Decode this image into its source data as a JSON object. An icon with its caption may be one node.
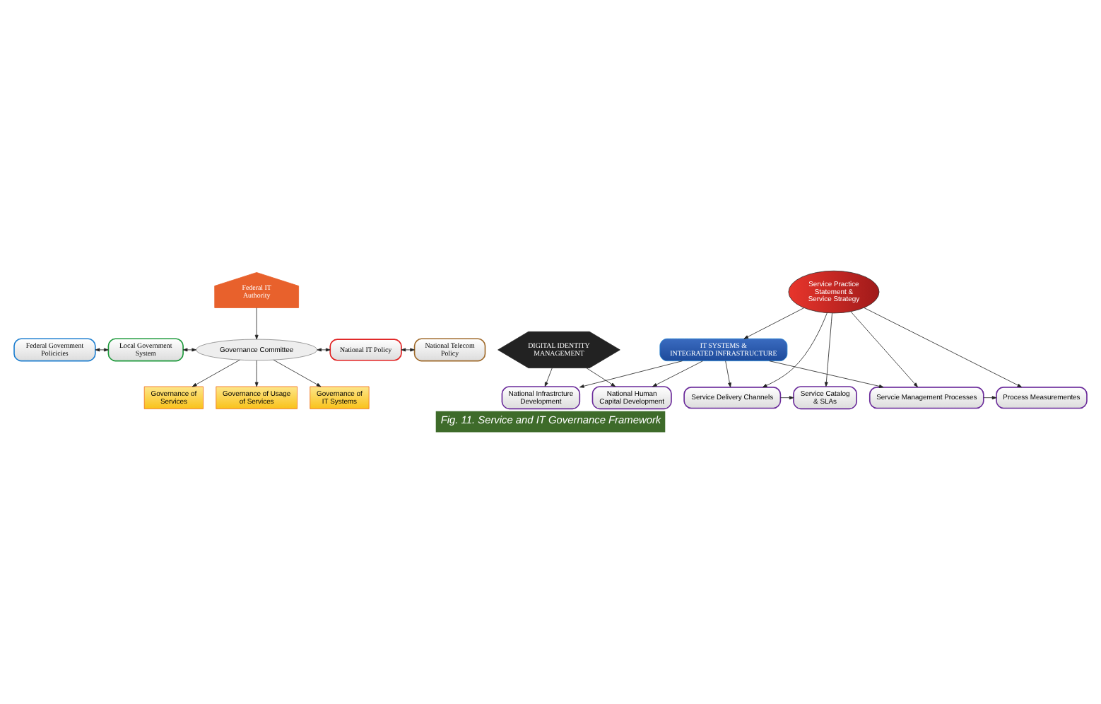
{
  "diagram": {
    "caption": "Fig. 11. Service and IT Governance Framework",
    "nodes": [
      {
        "text": [
          "Federal IT Authority"
        ]
      },
      {
        "text": [
          "Federal Government Policicies"
        ]
      },
      {
        "text": [
          "Local Government System"
        ]
      },
      {
        "text": [
          "Governance Committee"
        ]
      },
      {
        "text": [
          "National IT Policy"
        ]
      },
      {
        "text": [
          "National Telecom Policy"
        ]
      },
      {
        "text": [
          "Governance of Services"
        ]
      },
      {
        "text": [
          "Governance of Usage of Services"
        ]
      },
      {
        "text": [
          "Governance of IT Systems"
        ]
      },
      {
        "text": [
          "DIGITAL IDENTITY MANAGEMENT"
        ]
      },
      {
        "text": [
          "Service Practice Statement & Service Strategy"
        ]
      },
      {
        "text": [
          "National Infrastrcture Development"
        ]
      },
      {
        "text": [
          "Service Catalog & SLAs"
        ]
      },
      {
        "text": [
          "Service Delivery Channels"
        ]
      },
      {
        "text": [
          "Servcie Management Processes"
        ]
      },
      {
        "text": [
          "Process Measurementes"
        ]
      },
      {
        "text": [
          "National Human Capital Development"
        ]
      },
      {
        "text": [
          "IT SYSTEMS & INTEGRATED INFRASTRUCTURE"
        ]
      }
    ],
    "edges": [
      {
        "from": 0,
        "to": 3,
        "arrow": "to"
      },
      {
        "from": 1,
        "to": 2,
        "arrow": "both"
      },
      {
        "from": 2,
        "to": 3,
        "arrow": "both"
      },
      {
        "from": 3,
        "to": 4,
        "arrow": "both"
      },
      {
        "from": 4,
        "to": 5,
        "arrow": "both"
      },
      {
        "from": 3,
        "to": 6,
        "arrow": "to"
      },
      {
        "from": 3,
        "to": 7,
        "arrow": "to"
      },
      {
        "from": 3,
        "to": 8,
        "arrow": "to"
      },
      {
        "from": 9,
        "to": 11,
        "arrow": "to"
      },
      {
        "from": 9,
        "to": 16,
        "arrow": "to"
      },
      {
        "from": 10,
        "to": 12,
        "arrow": "to"
      },
      {
        "from": 10,
        "to": 13,
        "arrow": "to"
      },
      {
        "from": 10,
        "to": 14,
        "arrow": "to"
      },
      {
        "from": 10,
        "to": 15,
        "arrow": "to"
      },
      {
        "from": 10,
        "to": 17,
        "arrow": "to"
      },
      {
        "from": 13,
        "to": 12,
        "arrow": "to"
      },
      {
        "from": 14,
        "to": 15,
        "arrow": "to"
      },
      {
        "from": 17,
        "to": 11,
        "arrow": "to"
      },
      {
        "from": 17,
        "to": 13,
        "arrow": "to"
      },
      {
        "from": 17,
        "to": 14,
        "arrow": "to"
      },
      {
        "from": 17,
        "to": 16,
        "arrow": "to"
      }
    ]
  }
}
